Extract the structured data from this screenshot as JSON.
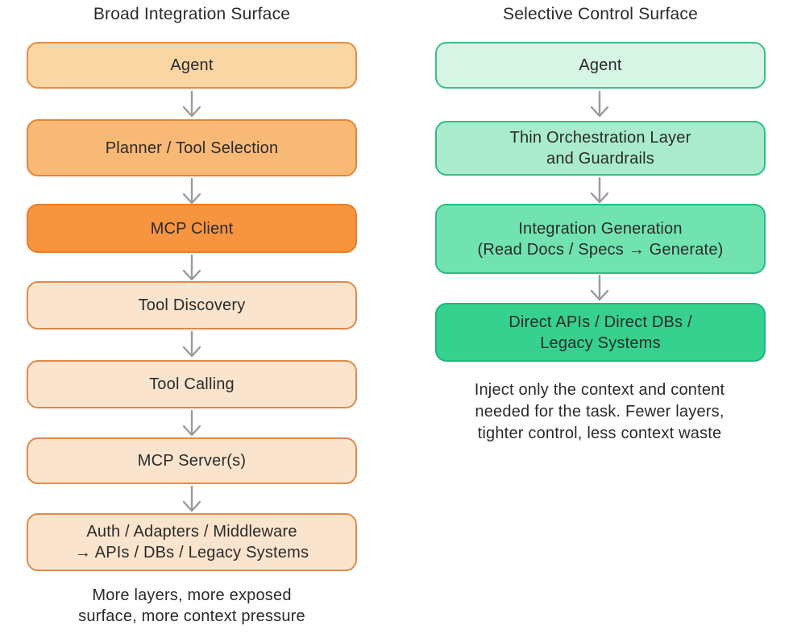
{
  "diagram": {
    "colors": {
      "arrow": "#9A9A9A",
      "text": "#2B2B2B",
      "background": "#FFFFFF"
    },
    "left": {
      "title": "Broad Integration Surface",
      "caption": "More layers, more exposed\nsurface, more context pressure",
      "boxes": [
        {
          "label": "Agent",
          "fill": "#FAD6A5",
          "border": "#E88D3E"
        },
        {
          "label": "Planner / Tool Selection",
          "fill": "#F8B876",
          "border": "#E68539"
        },
        {
          "label": "MCP Client",
          "fill": "#F69440",
          "border": "#EC7D28"
        },
        {
          "label": "Tool Discovery",
          "fill": "#FBE4CD",
          "border": "#E08A4C"
        },
        {
          "label": "Tool Calling",
          "fill": "#FBE4CD",
          "border": "#E08A4C"
        },
        {
          "label": "MCP Server(s)",
          "fill": "#FBE4CD",
          "border": "#E08A4C"
        },
        {
          "label": "Auth / Adapters / Middleware\n→ APIs / DBs / Legacy Systems",
          "fill": "#FBE4CD",
          "border": "#E08A4C"
        }
      ]
    },
    "right": {
      "title": "Selective Control Surface",
      "caption": "Inject only the context and content\nneeded for the task. Fewer layers,\ntighter control, less context waste",
      "boxes": [
        {
          "label": "Agent",
          "fill": "#D6F5E5",
          "border": "#3CBE8C"
        },
        {
          "label": "Thin Orchestration Layer\nand Guardrails",
          "fill": "#A9EBCC",
          "border": "#2EBD85"
        },
        {
          "label": "Integration Generation\n(Read Docs / Specs → Generate)",
          "fill": "#70E3B1",
          "border": "#2BBB81"
        },
        {
          "label": "Direct APIs / Direct DBs /\nLegacy Systems",
          "fill": "#36D18F",
          "border": "#1FB877"
        }
      ]
    }
  }
}
